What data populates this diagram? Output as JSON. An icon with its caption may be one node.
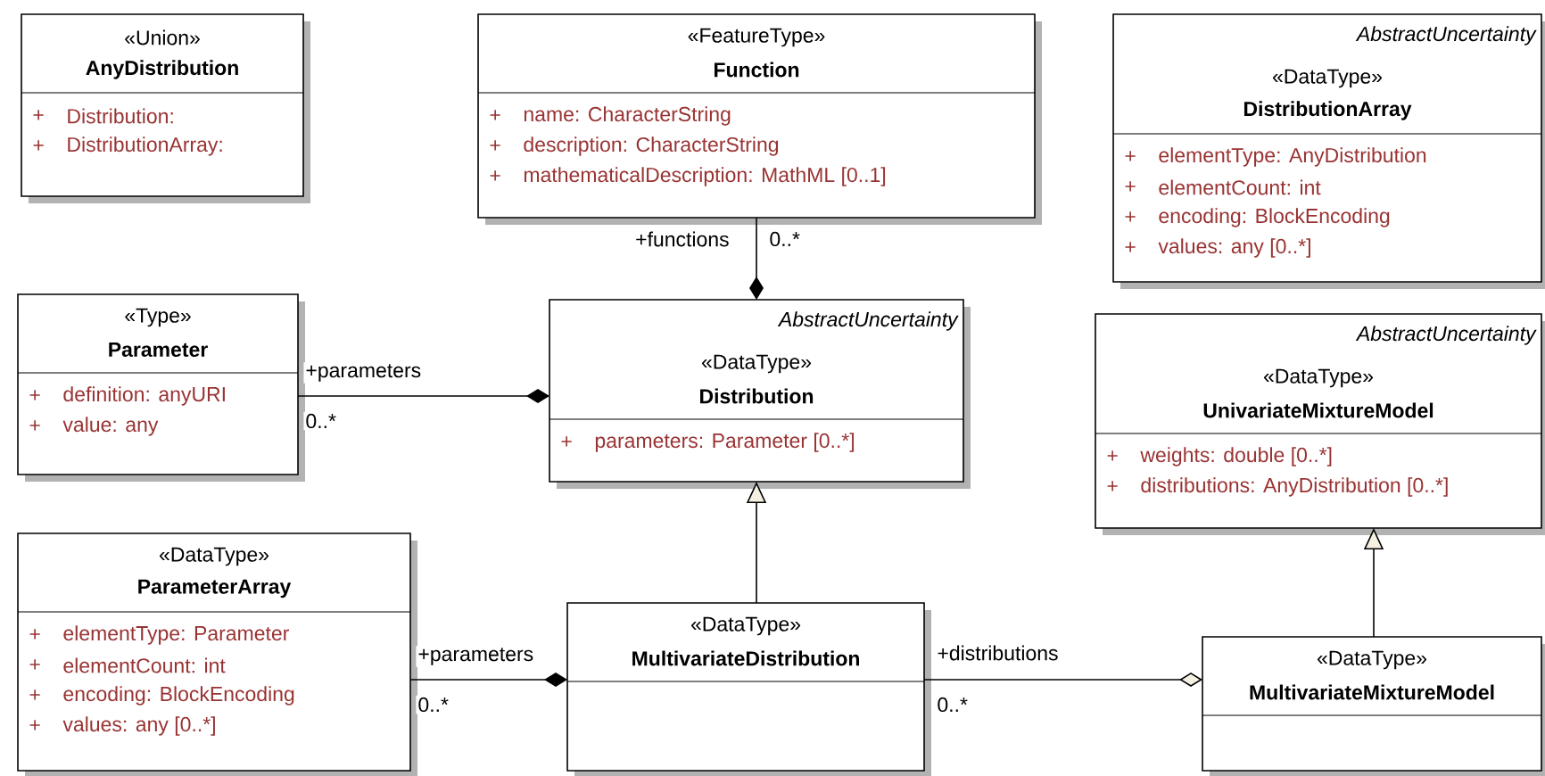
{
  "diagram": {
    "nodes": [
      {
        "text": [
          "«Union»",
          "AnyDistribution",
          "+",
          "Distribution:",
          "+",
          "DistributionArray:"
        ]
      },
      {
        "text": [
          "«FeatureType»",
          "Function",
          "+",
          "name:  CharacterString",
          "+",
          "description:  CharacterString",
          "+",
          "mathematicalDescription:  MathML [0..1]"
        ]
      },
      {
        "text": [
          "AbstractUncertainty",
          "«DataType»",
          "DistributionArray",
          "+",
          "elementType:  AnyDistribution",
          "+",
          "elementCount:  int",
          "+",
          "encoding:  BlockEncoding",
          "+",
          "values:  any [0..*]"
        ]
      },
      {
        "text": [
          "«Type»",
          "Parameter",
          "+",
          "definition:  anyURI",
          "+",
          "value:  any"
        ]
      },
      {
        "text": [
          "AbstractUncertainty",
          "«DataType»",
          "Distribution",
          "+",
          "parameters:  Parameter [0..*]"
        ]
      },
      {
        "text": [
          "AbstractUncertainty",
          "«DataType»",
          "UnivariateMixtureModel",
          "+",
          "weights:  double [0..*]",
          "+",
          "distributions:  AnyDistribution [0..*]"
        ]
      },
      {
        "text": [
          "«DataType»",
          "ParameterArray",
          "+",
          "elementType:  Parameter",
          "+",
          "elementCount:  int",
          "+",
          "encoding:  BlockEncoding",
          "+",
          "values:  any [0..*]"
        ]
      },
      {
        "text": [
          "«DataType»",
          "MultivariateDistribution"
        ]
      },
      {
        "text": [
          "«DataType»",
          "MultivariateMixtureModel"
        ]
      }
    ],
    "edges": [
      {
        "from": 1,
        "to": 4,
        "arrow": "other",
        "label": "+functions"
      },
      {
        "from": 3,
        "to": 4,
        "arrow": "other",
        "label": "+parameters"
      },
      {
        "from": 7,
        "to": 4,
        "arrow": "to"
      },
      {
        "from": 6,
        "to": 7,
        "arrow": "other",
        "label": "+parameters"
      },
      {
        "from": 7,
        "to": 8,
        "arrow": "other",
        "label": "+distributions"
      },
      {
        "from": 8,
        "to": 5,
        "arrow": "to"
      }
    ],
    "labels": [
      "0..*",
      "0..*",
      "0..*",
      "0..*"
    ]
  }
}
